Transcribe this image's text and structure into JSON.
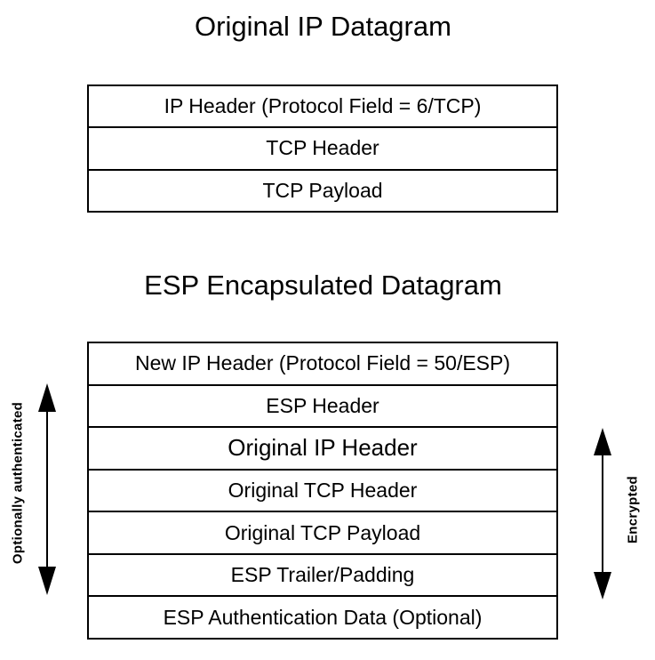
{
  "colors": {
    "foreground": "#000000",
    "background": "#ffffff"
  },
  "original_datagram": {
    "title": "Original IP Datagram",
    "rows": [
      "IP Header (Protocol Field = 6/TCP)",
      "TCP Header",
      "TCP Payload"
    ]
  },
  "esp_datagram": {
    "title": "ESP Encapsulated Datagram",
    "rows": [
      "New IP Header (Protocol Field = 50/ESP)",
      "ESP Header",
      "Original IP Header",
      "Original TCP Header",
      "Original TCP Payload",
      "ESP Trailer/Padding",
      "ESP Authentication Data (Optional)"
    ]
  },
  "annotations": {
    "left": {
      "label": "Optionally authenticated",
      "icon": "double-headed-vertical-arrow"
    },
    "right": {
      "label": "Encrypted",
      "icon": "double-headed-vertical-arrow"
    }
  }
}
